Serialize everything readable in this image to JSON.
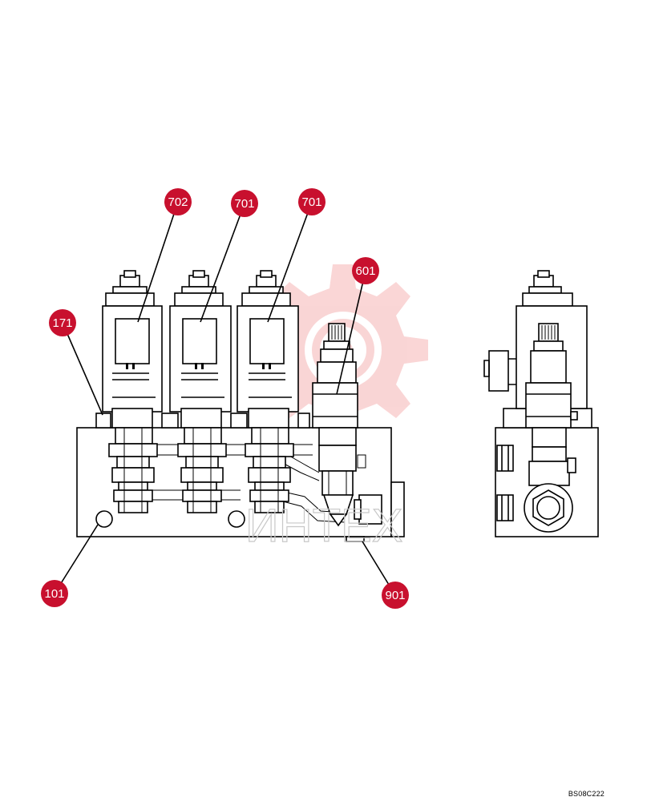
{
  "drawing_code": "BS08C222",
  "watermark": {
    "text": "ИНТЕХ",
    "color": "#f08a8a"
  },
  "callout_color": "#c8102e",
  "callouts": [
    {
      "id": "702",
      "label": "702"
    },
    {
      "id": "701a",
      "label": "701"
    },
    {
      "id": "701b",
      "label": "701"
    },
    {
      "id": "601",
      "label": "601"
    },
    {
      "id": "171",
      "label": "171"
    },
    {
      "id": "101",
      "label": "101"
    },
    {
      "id": "901",
      "label": "901"
    }
  ]
}
